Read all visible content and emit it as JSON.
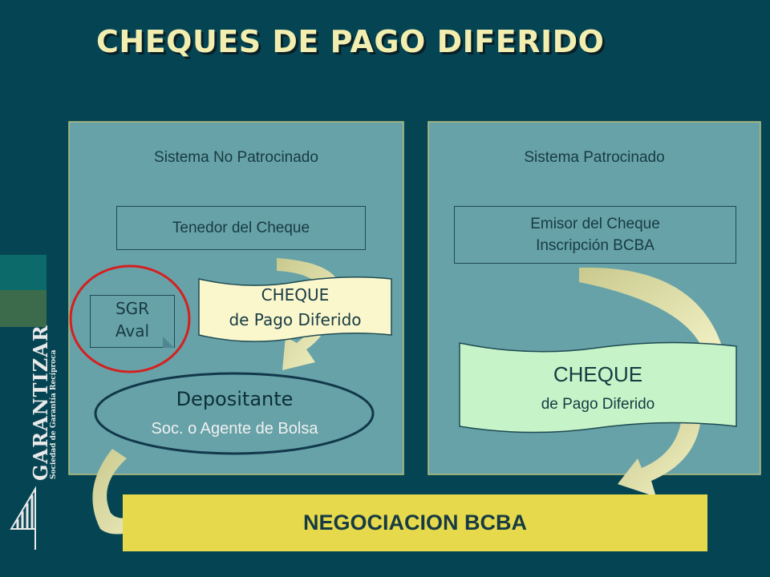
{
  "title": "CHEQUES DE PAGO DIFERIDO",
  "left_panel": {
    "title": "Sistema No Patrocinado",
    "holder": "Tenedor del Cheque",
    "sgr_line1": "SGR",
    "sgr_line2": "Aval",
    "cheque_line1": "CHEQUE",
    "cheque_line2": "de Pago Diferido",
    "depositor_line1": "Depositante",
    "depositor_line2": "Soc. o Agente de Bolsa"
  },
  "right_panel": {
    "title": "Sistema Patrocinado",
    "issuer_line1": "Emisor del Cheque",
    "issuer_line2": "Inscripción BCBA",
    "cheque_line1": "CHEQUE",
    "cheque_line2": "de Pago Diferido"
  },
  "bottom_bar": {
    "label": "NEGOCIACION BCBA"
  },
  "logo": {
    "name": "GARANTIZAR",
    "subtitle": "Sociedad de Garantía Recíproca"
  },
  "colors": {
    "background": "#054553",
    "panel": "#67a2a8",
    "title_text": "#f2eeb0",
    "arrow": "#d6d8a0",
    "negotiation_bar": "#e6da4c",
    "highlight_circle": "#d42020",
    "cheque_doc_left": "#fbf7cd",
    "cheque_doc_right": "#c6f3c7"
  }
}
